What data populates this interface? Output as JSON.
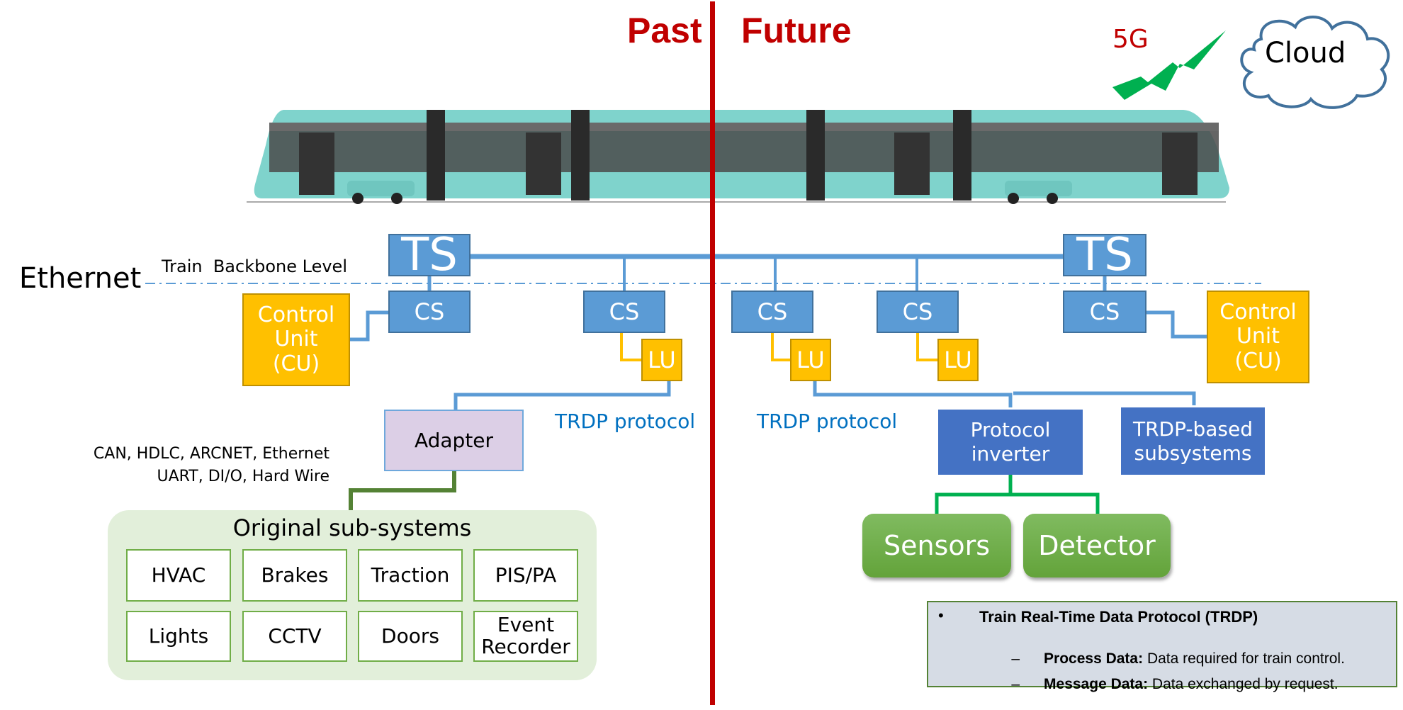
{
  "header": {
    "past_label": "Past",
    "future_label": "Future"
  },
  "wireless": {
    "label": "5G",
    "cloud_label": "Cloud"
  },
  "network": {
    "ethernet_label": "Ethernet",
    "backbone_label": "Train  Backbone Level",
    "train_switch_label": "TS",
    "consist_switch_label": "CS",
    "local_unit_label": "LU",
    "control_unit_lines": [
      "Control",
      "Unit",
      "(CU)"
    ],
    "trdp_label_left": "TRDP protocol",
    "trdp_label_right": "TRDP protocol"
  },
  "past": {
    "adapter_label": "Adapter",
    "legacy_protocols": [
      "CAN, HDLC, ARCNET, Ethernet",
      "UART, DI/O, Hard Wire"
    ],
    "subsystems_title": "Original sub-systems",
    "subsystems": [
      "HVAC",
      "Brakes",
      "Traction",
      "PIS/PA",
      "Lights",
      "CCTV",
      "Doors",
      "Event Recorder"
    ]
  },
  "future": {
    "protocol_inverter_lines": [
      "Protocol",
      "inverter"
    ],
    "trdp_subsystems_lines": [
      "TRDP-based",
      "subsystems"
    ],
    "sensors_label": "Sensors",
    "detector_label": "Detector"
  },
  "info_box": {
    "bullet": "•",
    "title": "Train Real-Time Data Protocol (TRDP)",
    "items": [
      {
        "dash": "–",
        "term": "Process Data:",
        "desc": " Data required for train control."
      },
      {
        "dash": "–",
        "term": "Message Data:",
        "desc": " Data exchanged by request."
      }
    ]
  },
  "colors": {
    "divider": "#c00000",
    "switch_blue": "#5b9bd5",
    "unit_yellow": "#ffc000",
    "dark_blue": "#4472c4",
    "green": "#70ad47",
    "wireless_green": "#00b050",
    "tram_teal": "#7fd3cc"
  }
}
